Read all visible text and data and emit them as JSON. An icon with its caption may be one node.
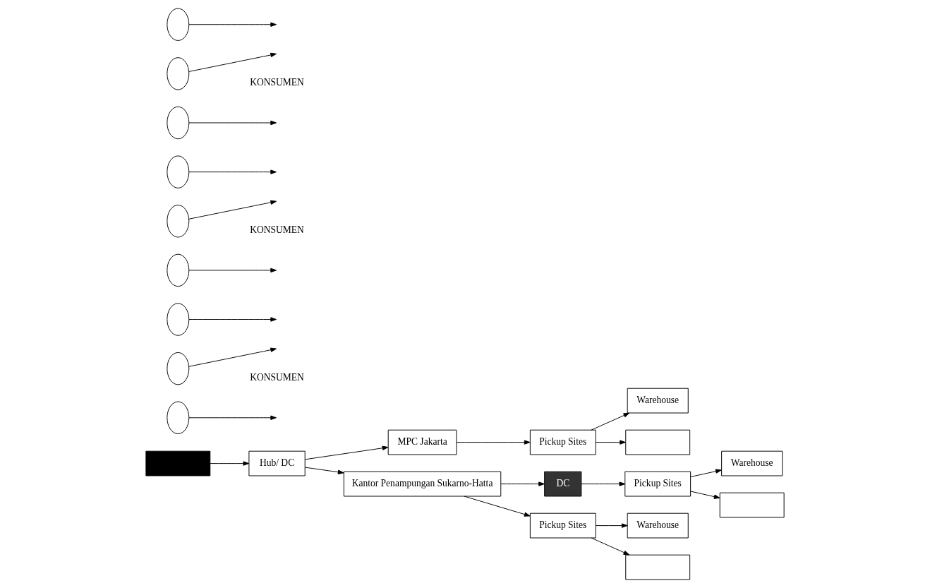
{
  "diagram": {
    "nodes": [
      {
        "text": [],
        "shape": "box"
      },
      {
        "text": [
          "Hub/ DC"
        ]
      },
      {
        "text": [
          "MPC Jakarta"
        ]
      },
      {
        "text": [
          "Pickup Sites"
        ]
      },
      {
        "text": [
          "Warehouse"
        ]
      },
      {
        "text": [],
        "shape": "box"
      },
      {
        "text": [],
        "shape": "circle"
      },
      {
        "text": [],
        "shape": "circle"
      },
      {
        "text": [],
        "shape": "circle"
      },
      {
        "text": [
          "Kantor Penampungan Sukarno-Hatta"
        ]
      },
      {
        "text": [
          "DC"
        ]
      },
      {
        "text": [
          "Pickup Sites"
        ]
      },
      {
        "text": [
          "Warehouse"
        ]
      },
      {
        "text": [],
        "shape": "box"
      },
      {
        "text": [],
        "shape": "circle"
      },
      {
        "text": [],
        "shape": "circle"
      },
      {
        "text": [],
        "shape": "circle"
      },
      {
        "text": [
          "Pickup Sites"
        ]
      },
      {
        "text": [
          "Warehouse"
        ]
      },
      {
        "text": [],
        "shape": "box"
      },
      {
        "text": [],
        "shape": "circle"
      },
      {
        "text": [],
        "shape": "circle"
      },
      {
        "text": [],
        "shape": "circle"
      }
    ],
    "edges": [
      {
        "from": 0,
        "to": 1,
        "arrow": "to"
      },
      {
        "from": 1,
        "to": 2,
        "arrow": "to"
      },
      {
        "from": 1,
        "to": 9,
        "arrow": "to"
      },
      {
        "from": 2,
        "to": 3,
        "arrow": "to"
      },
      {
        "from": 3,
        "to": 4,
        "arrow": "to"
      },
      {
        "from": 3,
        "to": 5,
        "arrow": "to"
      },
      {
        "from": 6,
        "to": null,
        "arrow": "to"
      },
      {
        "from": 7,
        "to": null,
        "arrow": "to"
      },
      {
        "from": 8,
        "to": null,
        "arrow": "to"
      },
      {
        "from": 9,
        "to": 10,
        "arrow": "to"
      },
      {
        "from": 9,
        "to": 17,
        "arrow": "to"
      },
      {
        "from": 10,
        "to": 11,
        "arrow": "to"
      },
      {
        "from": 11,
        "to": 12,
        "arrow": "to"
      },
      {
        "from": 11,
        "to": 13,
        "arrow": "to"
      },
      {
        "from": 14,
        "to": null,
        "arrow": "to"
      },
      {
        "from": 15,
        "to": null,
        "arrow": "to"
      },
      {
        "from": 16,
        "to": null,
        "arrow": "to"
      },
      {
        "from": 17,
        "to": 18,
        "arrow": "to"
      },
      {
        "from": 17,
        "to": 19,
        "arrow": "to"
      },
      {
        "from": 20,
        "to": null,
        "arrow": "to"
      },
      {
        "from": 21,
        "to": null,
        "arrow": "to"
      },
      {
        "from": 22,
        "to": null,
        "arrow": "to"
      }
    ],
    "labels": [
      "KONSUMEN",
      "KONSUMEN",
      "KONSUMEN"
    ]
  }
}
